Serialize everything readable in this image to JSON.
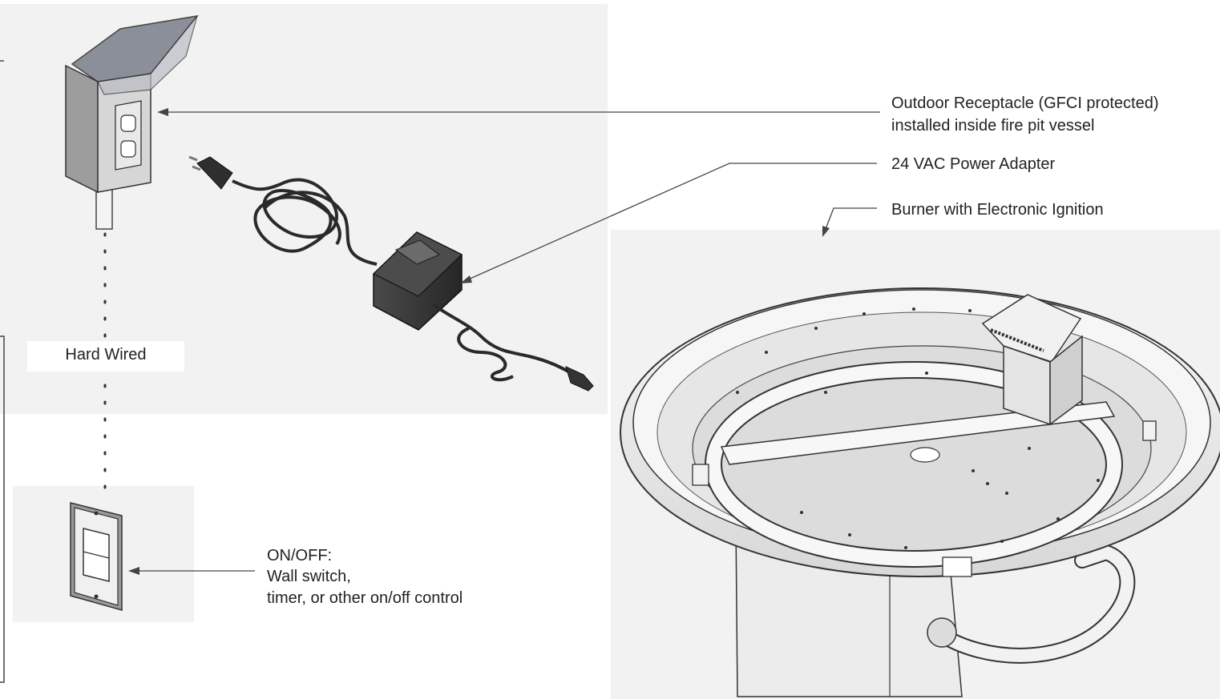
{
  "labels": {
    "receptacle_line1": "Outdoor Receptacle (GFCI protected)",
    "receptacle_line2": "installed inside fire pit vessel",
    "adapter": "24 VAC Power Adapter",
    "burner": "Burner with Electronic Ignition",
    "hard_wired": "Hard Wired",
    "switch_line1": "ON/OFF:",
    "switch_line2": "Wall switch,",
    "switch_line3": "timer, or other on/off control"
  },
  "colors": {
    "panel_bg": "#f2f2f2",
    "line": "#444444",
    "metal_light": "#ececec",
    "metal_mid": "#c9c9c9",
    "metal_dark": "#8c8c8c",
    "adapter_body": "#3a3a3a"
  }
}
